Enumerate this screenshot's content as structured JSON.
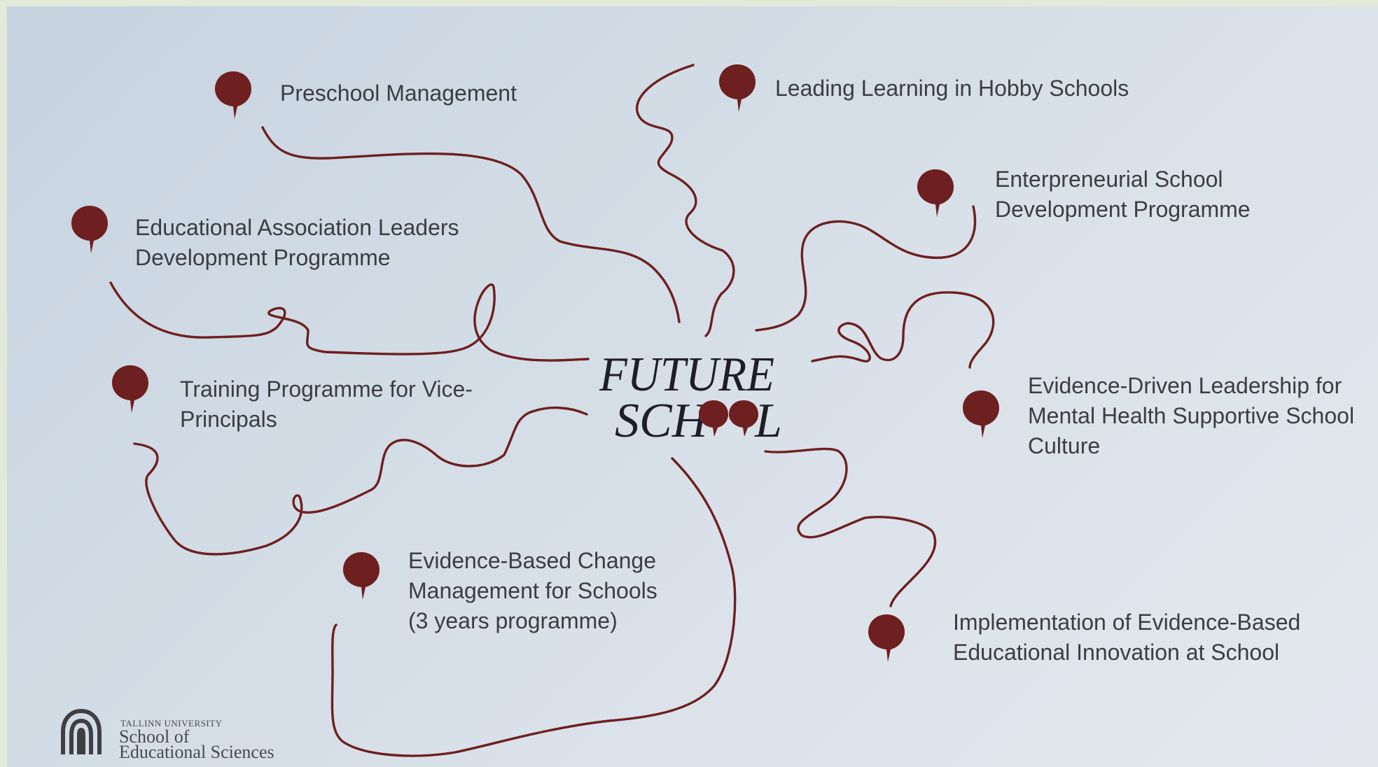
{
  "slide": {
    "title_line1": "FUTURE",
    "title_line2": "SCH",
    "title_line2_end": "L",
    "accent_color": "#6e1f1f",
    "text_color": "#3c3d42"
  },
  "programmes": [
    {
      "lines": [
        "Preschool Management"
      ]
    },
    {
      "lines": [
        "Leading Learning in Hobby Schools"
      ]
    },
    {
      "lines": [
        "Enterpreneurial School",
        "Development Programme"
      ]
    },
    {
      "lines": [
        "Educational Association Leaders",
        "Development Programme"
      ]
    },
    {
      "lines": [
        "Training Programme for Vice-",
        "Principals"
      ]
    },
    {
      "lines": [
        "Evidence-Driven Leadership for",
        "Mental Health Supportive School",
        "Culture"
      ]
    },
    {
      "lines": [
        "Evidence-Based Change",
        "Management for Schools",
        "(3 years programme)"
      ]
    },
    {
      "lines": [
        "Implementation of Evidence-Based",
        "Educational Innovation at School"
      ]
    }
  ],
  "logo": {
    "university": "TALLINN UNIVERSITY",
    "school_line1": "School of",
    "school_line2": "Educational Sciences",
    "icon": "arch-logo-icon"
  },
  "icons": {
    "pin": "speech-pin-icon"
  }
}
